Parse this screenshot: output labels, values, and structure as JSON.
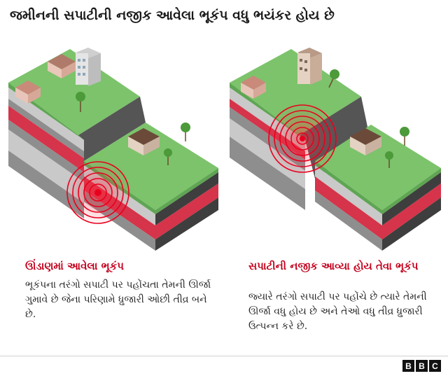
{
  "title": "જમીનની સપાટીની નજીક આવેલા ભૂકંપ વધુ ભયંકર હોય છે",
  "left": {
    "heading": "ઊંડાણમાં આવેલા ભૂકંપ",
    "body": "ભૂકંપના તરંગો સપાટી પર પહોંચતા તેમની ઊર્જા ગુમાવે છે જેના પરિણામે ધ્રુજારી ઓછી તીવ્ર બને છે."
  },
  "right": {
    "heading": "સપાટીની નજીક આવ્યા હોય તેવા ભૂકંપ",
    "body": "જ્યારે તરંગો સપાટી પર પહોંચે છે ત્યારે તેમની ઊર્જા વધુ હોય છે અને તેઓ વધુ તીવ્ર ધ્રુજારી ઉત્પન્ન કરે છે."
  },
  "logo": {
    "b1": "B",
    "b2": "B",
    "c": "C"
  },
  "colors": {
    "grass": "#7cc36b",
    "grass_side": "#5fa553",
    "layer_light": "#c9c9c9",
    "layer_mid": "#8e8e8e",
    "layer_dark": "#3e3e3e",
    "layer_red": "#d5344a",
    "quake_red": "#e8001f",
    "heading_red": "#c4001d"
  }
}
